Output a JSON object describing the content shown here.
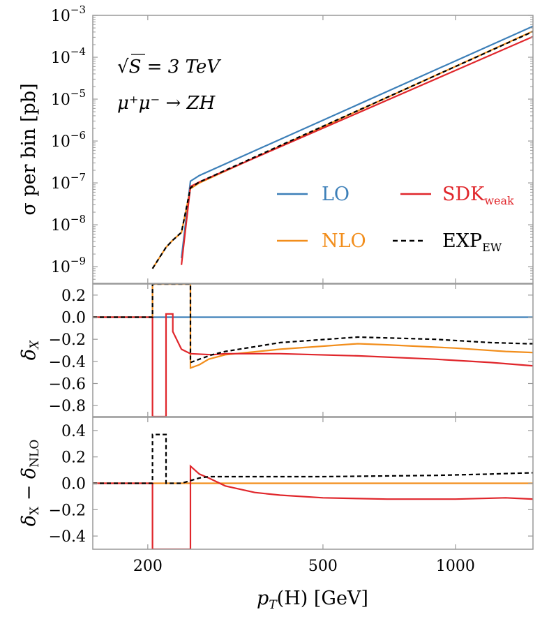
{
  "chart_data": {
    "type": "line",
    "steps": true,
    "x_scale": "log",
    "xlim": [
      150,
      1500
    ],
    "x_ticks": [
      200,
      500,
      1000
    ],
    "x_tick_labels": [
      "200",
      "500",
      "1000"
    ],
    "xlabel": {
      "main": "p",
      "sub": "T",
      "rest": "(H) [GeV]"
    },
    "colors": {
      "LO": "#3c7fb8",
      "NLO": "#f28e1c",
      "SDK": "#e0262b",
      "EXP": "#000000"
    },
    "annotations": [
      {
        "text_pre": "√",
        "text_main": "S = 3 TeV"
      },
      {
        "text": "μ⁺μ⁻ → ZH"
      }
    ],
    "legend": [
      {
        "key": "LO",
        "label": "LO",
        "sub": "",
        "style": "solid"
      },
      {
        "key": "SDK",
        "label": "SDK",
        "sub": "weak",
        "style": "solid"
      },
      {
        "key": "NLO",
        "label": "NLO",
        "sub": "",
        "style": "solid"
      },
      {
        "key": "EXP",
        "label": "EXP",
        "sub": "EW",
        "style": "dashed"
      }
    ],
    "panels": [
      {
        "id": "sigma",
        "ylabel": "σ per bin [pb]",
        "y_scale": "log",
        "ylim": [
          4e-10,
          0.001
        ],
        "y_ticks": [
          1e-09,
          1e-08,
          1e-07,
          1e-06,
          1e-05,
          0.0001,
          0.001
        ],
        "y_tick_labels": [
          {
            "base": "10",
            "exp": "−9"
          },
          {
            "base": "10",
            "exp": "−8"
          },
          {
            "base": "10",
            "exp": "−7"
          },
          {
            "base": "10",
            "exp": "−6"
          },
          {
            "base": "10",
            "exp": "−5"
          },
          {
            "base": "10",
            "exp": "−4"
          },
          {
            "base": "10",
            "exp": "−3"
          }
        ],
        "series": [
          {
            "key": "LO",
            "dash": false,
            "points": [
              [
                238.5,
                1.6e-09
              ],
              [
                250,
                1.1e-07
              ],
              [
                262,
                1.5e-07
              ],
              [
                1500,
                0.00055
              ]
            ]
          },
          {
            "key": "NLO",
            "dash": false,
            "points": [
              [
                205,
                9e-10
              ],
              [
                213,
                1.7e-09
              ],
              [
                220,
                2.9e-09
              ],
              [
                228,
                4.3e-09
              ],
              [
                238.5,
                6.5e-09
              ],
              [
                250,
                7.3e-08
              ],
              [
                262,
                1e-07
              ],
              [
                1500,
                0.00042
              ]
            ]
          },
          {
            "key": "SDK",
            "dash": false,
            "points": [
              [
                238.5,
                1.1e-09
              ],
              [
                250,
                8.2e-08
              ],
              [
                262,
                1.05e-07
              ],
              [
                1500,
                0.00031
              ]
            ]
          },
          {
            "key": "EXP",
            "dash": true,
            "points": [
              [
                205,
                9e-10
              ],
              [
                213,
                1.7e-09
              ],
              [
                220,
                2.9e-09
              ],
              [
                228,
                4.3e-09
              ],
              [
                238.5,
                6.6e-09
              ],
              [
                250,
                7.6e-08
              ],
              [
                262,
                1.05e-07
              ],
              [
                1500,
                0.00041
              ]
            ]
          }
        ]
      },
      {
        "id": "delta",
        "ylabel": "δX",
        "y_scale": "linear",
        "ylim": [
          -0.9,
          0.3
        ],
        "y_ticks": [
          0.2,
          0.0,
          -0.2,
          -0.4,
          -0.6,
          -0.8
        ],
        "y_tick_labels": [
          "0.2",
          "0.0",
          "−0.2",
          "−0.4",
          "−0.6",
          "−0.8"
        ],
        "series": [
          {
            "key": "LO",
            "dash": false,
            "points": [
              [
                150,
                0.0
              ],
              [
                1500,
                0.0
              ]
            ]
          },
          {
            "key": "NLO",
            "dash": false,
            "points": [
              [
                150,
                0.0
              ],
              [
                205,
                0.0
              ],
              [
                205,
                0.3
              ],
              [
                250,
                0.3
              ],
              [
                250,
                -0.46
              ],
              [
                262,
                -0.43
              ],
              [
                275,
                -0.38
              ],
              [
                300,
                -0.34
              ],
              [
                400,
                -0.29
              ],
              [
                600,
                -0.24
              ],
              [
                700,
                -0.25
              ],
              [
                1000,
                -0.28
              ],
              [
                1300,
                -0.31
              ],
              [
                1500,
                -0.32
              ]
            ]
          },
          {
            "key": "SDK",
            "dash": false,
            "points": [
              [
                150,
                0.0
              ],
              [
                205,
                0.0
              ],
              [
                205,
                -0.9
              ],
              [
                220,
                -0.9
              ],
              [
                220,
                0.03
              ],
              [
                228,
                0.03
              ],
              [
                228,
                -0.13
              ],
              [
                238.5,
                -0.29
              ],
              [
                250,
                -0.33
              ],
              [
                280,
                -0.34
              ],
              [
                300,
                -0.33
              ],
              [
                400,
                -0.33
              ],
              [
                600,
                -0.35
              ],
              [
                900,
                -0.38
              ],
              [
                1200,
                -0.41
              ],
              [
                1500,
                -0.44
              ]
            ]
          },
          {
            "key": "EXP",
            "dash": true,
            "points": [
              [
                150,
                0.0
              ],
              [
                205,
                0.0
              ],
              [
                205,
                0.3
              ],
              [
                250,
                0.3
              ],
              [
                250,
                -0.41
              ],
              [
                262,
                -0.38
              ],
              [
                280,
                -0.34
              ],
              [
                300,
                -0.31
              ],
              [
                400,
                -0.23
              ],
              [
                600,
                -0.18
              ],
              [
                900,
                -0.2
              ],
              [
                1200,
                -0.23
              ],
              [
                1450,
                -0.24
              ],
              [
                1500,
                -0.24
              ]
            ]
          }
        ]
      },
      {
        "id": "diff",
        "ylabel": "δX − δNLO",
        "y_scale": "linear",
        "ylim": [
          -0.5,
          0.5
        ],
        "y_ticks": [
          0.4,
          0.2,
          0.0,
          -0.2,
          -0.4
        ],
        "y_tick_labels": [
          "0.4",
          "0.2",
          "0.0",
          "−0.2",
          "−0.4"
        ],
        "series": [
          {
            "key": "NLO",
            "dash": false,
            "points": [
              [
                150,
                0.0
              ],
              [
                1500,
                0.0
              ]
            ]
          },
          {
            "key": "SDK",
            "dash": false,
            "points": [
              [
                150,
                0.0
              ],
              [
                205,
                0.0
              ],
              [
                205,
                -0.5
              ],
              [
                250,
                -0.5
              ],
              [
                250,
                0.13
              ],
              [
                262,
                0.07
              ],
              [
                275,
                0.04
              ],
              [
                300,
                -0.02
              ],
              [
                350,
                -0.07
              ],
              [
                400,
                -0.09
              ],
              [
                500,
                -0.11
              ],
              [
                700,
                -0.12
              ],
              [
                1000,
                -0.12
              ],
              [
                1300,
                -0.11
              ],
              [
                1500,
                -0.12
              ]
            ]
          },
          {
            "key": "EXP",
            "dash": true,
            "points": [
              [
                150,
                0.0
              ],
              [
                205,
                0.0
              ],
              [
                205,
                0.37
              ],
              [
                220,
                0.37
              ],
              [
                220,
                0.0
              ],
              [
                238.5,
                0.0
              ],
              [
                250,
                0.02
              ],
              [
                262,
                0.04
              ],
              [
                275,
                0.05
              ],
              [
                300,
                0.05
              ],
              [
                500,
                0.05
              ],
              [
                900,
                0.06
              ],
              [
                1200,
                0.07
              ],
              [
                1500,
                0.08
              ]
            ]
          }
        ]
      }
    ]
  }
}
